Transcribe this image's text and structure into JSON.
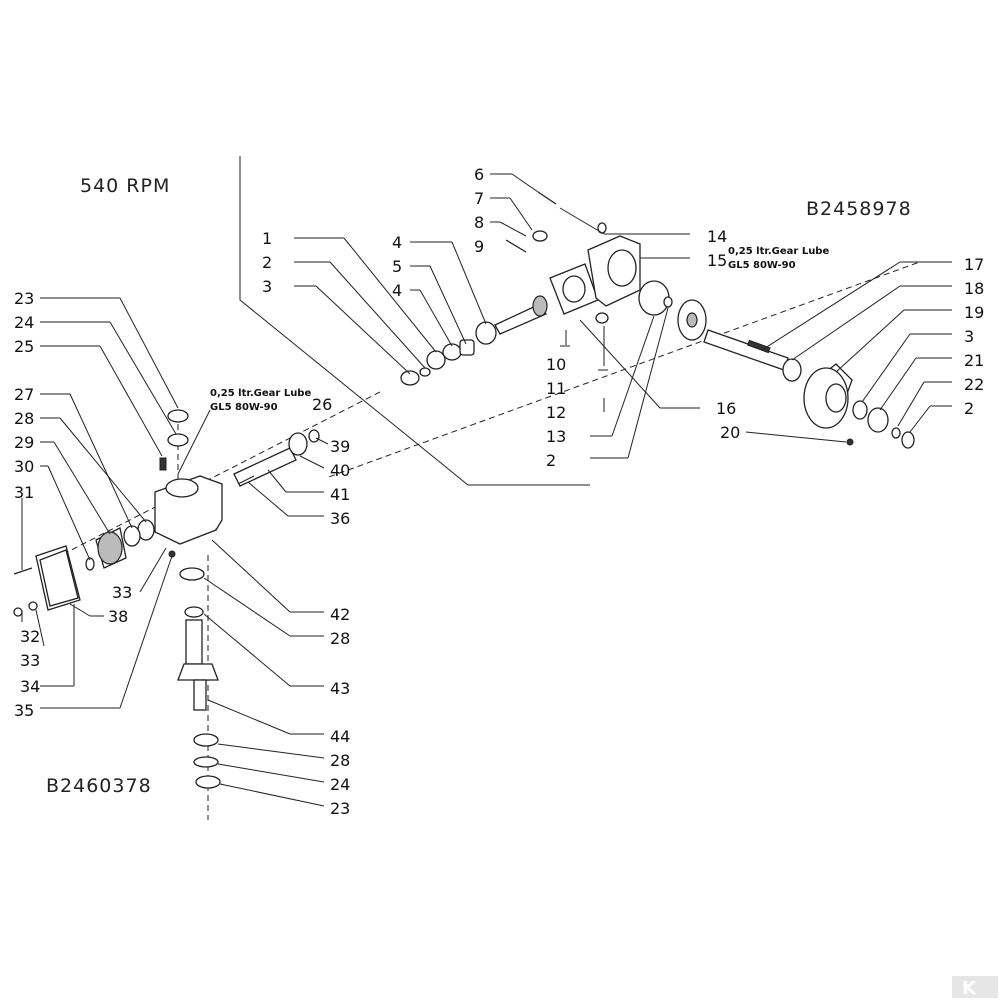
{
  "header": {
    "speed": "540 RPM",
    "code_right": "B2458978",
    "code_left": "B2460378"
  },
  "notes": {
    "lube_line1": "0,25 ltr.Gear Lube",
    "lube_line2": "GL5 80W-90"
  },
  "logo": {
    "glyph": "K"
  },
  "callouts_right": {
    "n1": "1",
    "n2a": "2",
    "n3a": "3",
    "n4a": "4",
    "n5": "5",
    "n4b": "4",
    "n6": "6",
    "n7": "7",
    "n8": "8",
    "n9": "9",
    "n10": "10",
    "n11": "11",
    "n12": "12",
    "n13": "13",
    "n2b": "2",
    "n14": "14",
    "n15": "15",
    "n16": "16",
    "n17": "17",
    "n18": "18",
    "n19": "19",
    "n3b": "3",
    "n21": "21",
    "n22": "22",
    "n2c": "2",
    "n20": "20"
  },
  "callouts_left": {
    "n23a": "23",
    "n24a": "24",
    "n25": "25",
    "n26": "26",
    "n27": "27",
    "n28a": "28",
    "n29": "29",
    "n30": "30",
    "n31": "31",
    "n32": "32",
    "n33a": "33",
    "n34": "34",
    "n35": "35",
    "n33b": "33",
    "n38": "38",
    "n39": "39",
    "n40": "40",
    "n41": "41",
    "n36": "36",
    "n42": "42",
    "n28b": "28",
    "n43": "43",
    "n44": "44",
    "n28c": "28",
    "n24b": "24",
    "n23b": "23"
  }
}
